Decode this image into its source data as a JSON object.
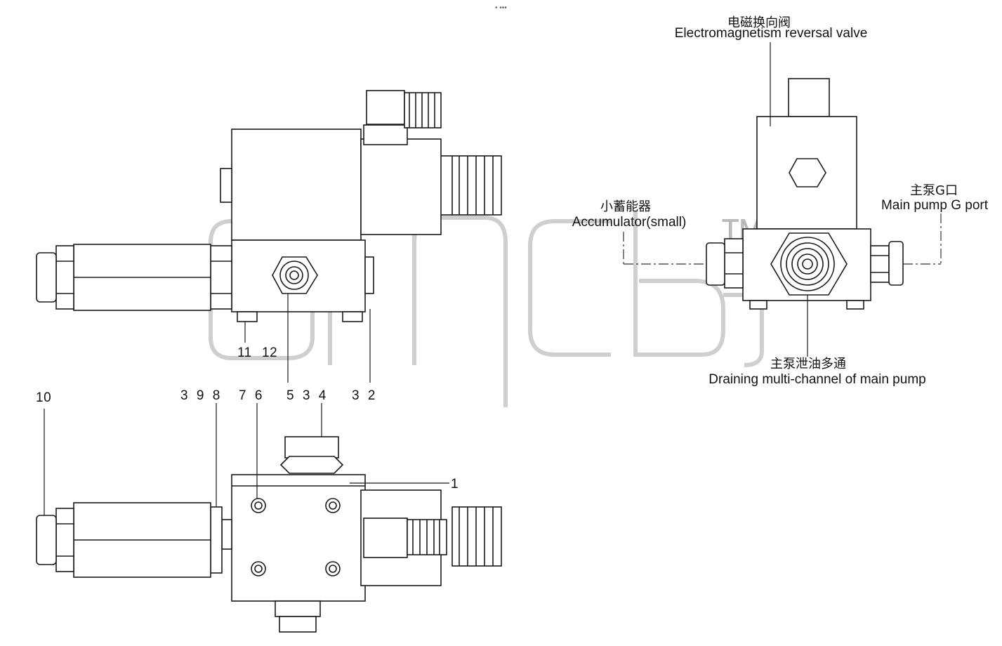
{
  "watermark": {
    "text": "amcb",
    "trademark": "TM",
    "color": "#d6d6d6"
  },
  "top_dots": "⁘ ···",
  "labels": {
    "reversal_valve_cn": "电磁换向阀",
    "reversal_valve_en": "Electromagnetism reversal valve",
    "accumulator_cn": "小蓄能器",
    "accumulator_en": "Accumulator(small)",
    "main_pump_g_cn": "主泵G口",
    "main_pump_g_en": "Main pump G port",
    "draining_cn": "主泵泄油多通",
    "draining_en": "Draining multi-channel of main pump"
  },
  "part_numbers": {
    "n11": "11",
    "n12": "12",
    "n10": "10",
    "n398": "3 9 8",
    "n76": "7 6",
    "n534": "5 3 4",
    "n32": "3 2",
    "n1": "1"
  },
  "colors": {
    "line": "#1a1a1a",
    "dash": "#333333"
  }
}
